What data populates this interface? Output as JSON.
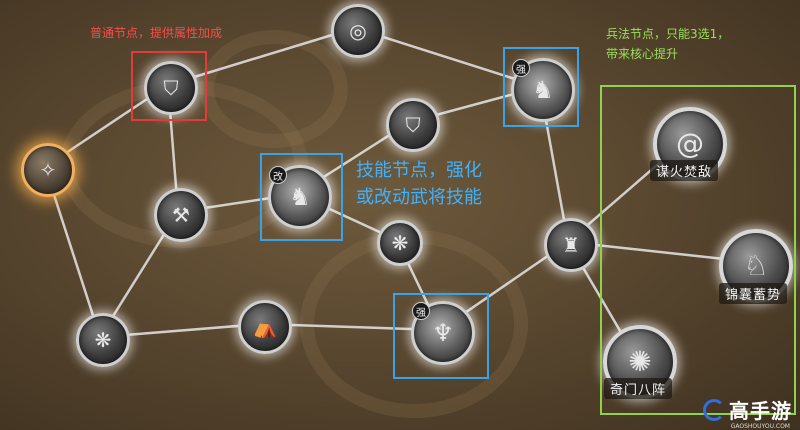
{
  "annotations": {
    "normal_node_note": "普通节点，提供属性加成",
    "strategy_note_line1": "兵法节点，只能3选1，",
    "strategy_note_line2": "带来核心提升",
    "skill_note_line1": "技能节点，强化",
    "skill_note_line2": "或改动武将技能"
  },
  "skill_nodes": {
    "upper_badge": "强",
    "middle_badge": "改",
    "lower_badge": "强"
  },
  "strategies": [
    {
      "label": "谋火焚敌",
      "icon": "fire-swirl-icon"
    },
    {
      "label": "锦囊蓄势",
      "icon": "horse-rider-icon"
    },
    {
      "label": "奇门八阵",
      "icon": "formation-icon"
    }
  ],
  "logo": {
    "text": "高手游",
    "subtext": "GAOSHOUYOU.COM"
  },
  "colors": {
    "normal_box": "#e23b3b",
    "skill_box": "#3aa3e8",
    "strategy_box": "#8fd24b"
  }
}
